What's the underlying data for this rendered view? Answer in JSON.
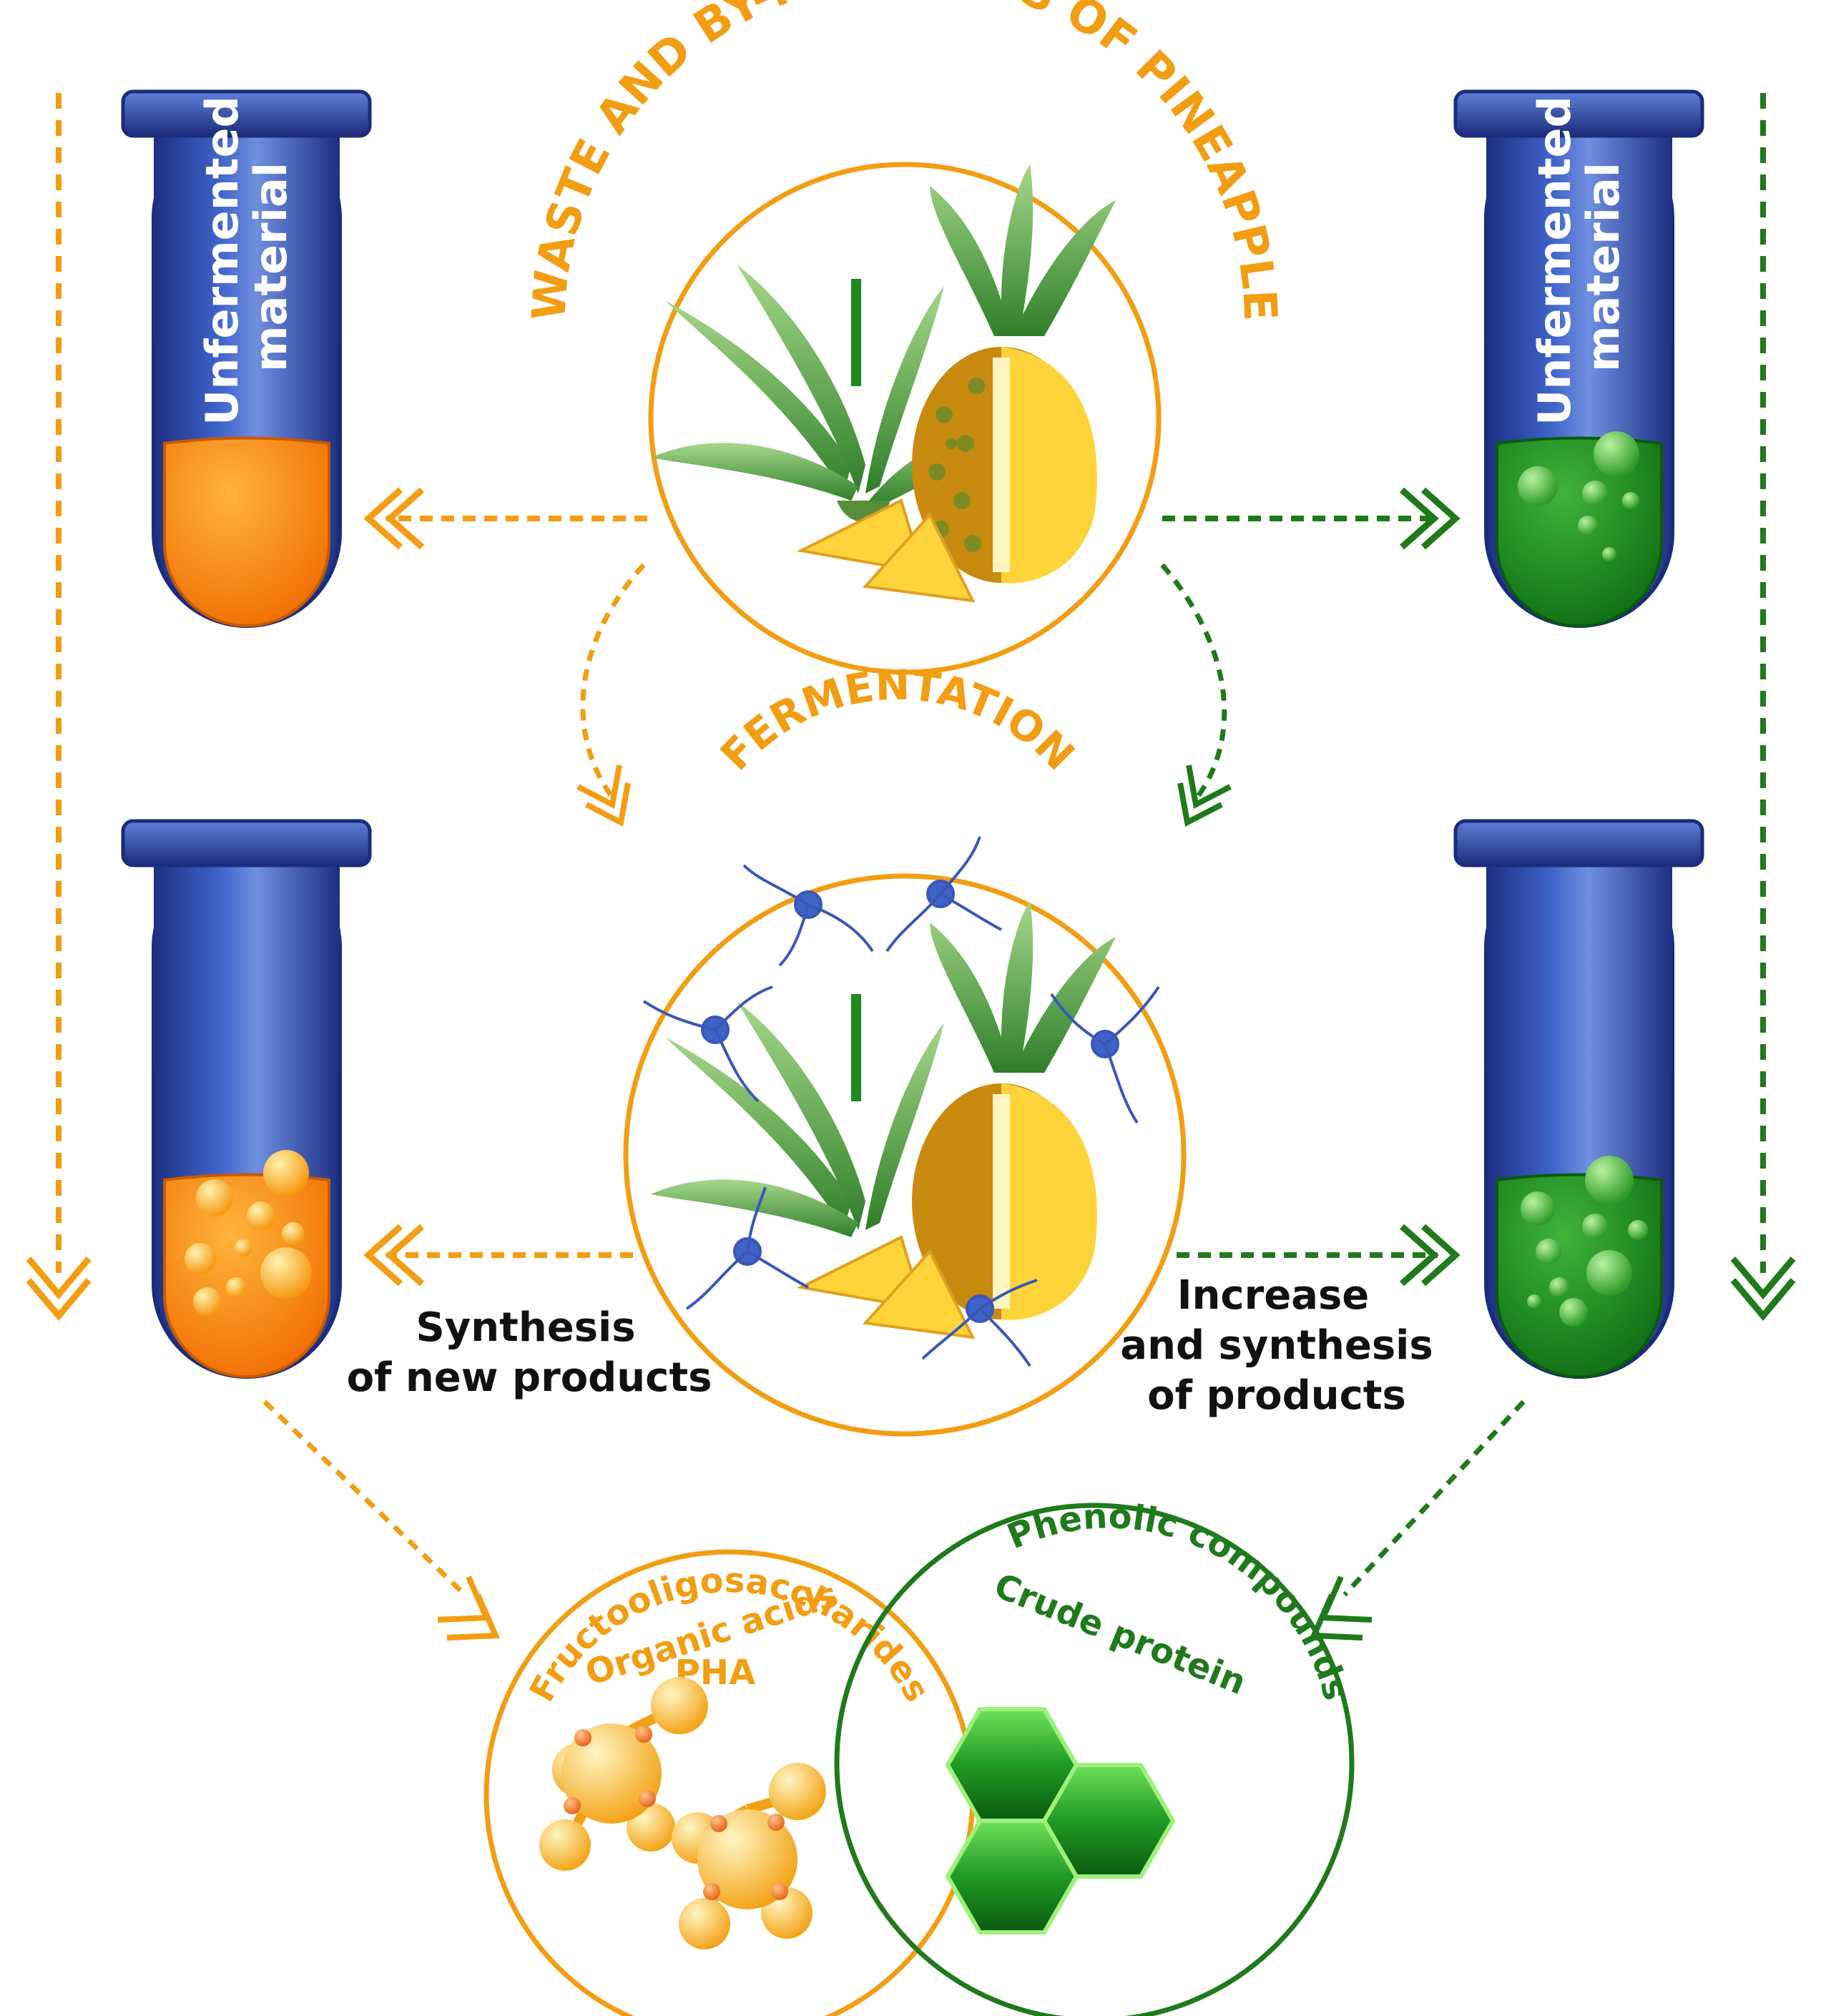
{
  "title_top": "WASTE AND BY-PRODUCTS OF PINEAPPLE",
  "title_middle": "FERMENTATION",
  "tube_top_left": {
    "line1": "Unfermented",
    "line2": "material"
  },
  "tube_top_right": {
    "line1": "Unfermented",
    "line2": "material"
  },
  "left_caption": {
    "line1": "Synthesis",
    "line2": "of new products"
  },
  "right_caption": {
    "line1": "Increase",
    "line2": "and synthesis",
    "line3": "of products"
  },
  "orange_products": {
    "line1": "Fructooligosaccharides",
    "line2": "Organic acids",
    "line3": "PHA"
  },
  "green_products": {
    "line1": "Phenolic compounds",
    "line2": "Crude protein"
  },
  "colors": {
    "orange": "#f29d12",
    "green": "#1f7a1b",
    "tube_blue": "#2d4aa8"
  }
}
